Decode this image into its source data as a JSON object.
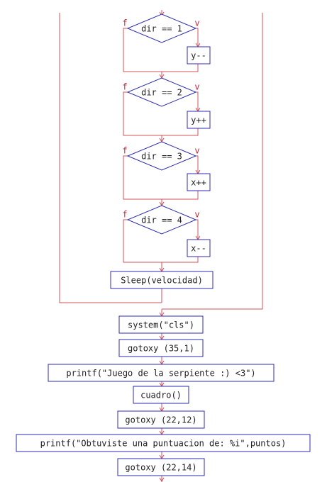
{
  "colors": {
    "edge": "#d2505a",
    "box": "#2b2bb0",
    "text": "#222222",
    "branch_label": "#c8283c"
  },
  "flowchart": {
    "decisions": [
      {
        "condition": "dir == 1",
        "false_label": "f",
        "true_label": "v",
        "action": "y--"
      },
      {
        "condition": "dir == 2",
        "false_label": "f",
        "true_label": "v",
        "action": "y++"
      },
      {
        "condition": "dir == 3",
        "false_label": "f",
        "true_label": "v",
        "action": "x++"
      },
      {
        "condition": "dir == 4",
        "false_label": "f",
        "true_label": "v",
        "action": "x--"
      }
    ],
    "loop_body_end": "Sleep(velocidad)",
    "after_loop": [
      "system(\"cls\")",
      "gotoxy (35,1)",
      "printf(\"Juego de la serpiente :) <3\")",
      "cuadro()",
      "gotoxy (22,12)",
      "printf(\"Obtuviste una puntuacion de: %i\",puntos)",
      "gotoxy (22,14)"
    ]
  }
}
